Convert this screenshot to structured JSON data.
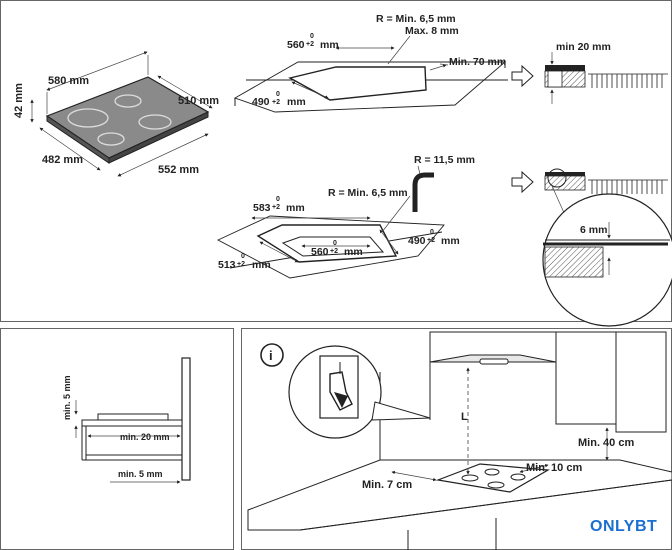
{
  "top_panel": {
    "hob_dims": {
      "width_top": "580 mm",
      "depth_right": "510 mm",
      "height": "42 mm",
      "depth_left": "482 mm",
      "width_bottom": "552 mm"
    },
    "cutout_1": {
      "radius": "R = Min. 6,5 mm",
      "max": "Max. 8 mm",
      "width": "560",
      "width_tol": "0",
      "width_tol2": "+2",
      "width_unit": "mm",
      "depth": "490",
      "depth_tol": "0",
      "depth_tol2": "+2",
      "depth_unit": "mm",
      "min_edge": "Min. 70 mm"
    },
    "cutout_2": {
      "radius_outer": "R = 11,5 mm",
      "radius_inner": "R = Min. 6,5 mm",
      "outer_width": "583",
      "outer_width_tol": "0",
      "outer_width_tol2": "+2",
      "outer_width_unit": "mm",
      "inner_width": "560",
      "inner_width_tol": "0",
      "inner_width_tol2": "+2",
      "inner_width_unit": "mm",
      "inner_depth": "490",
      "inner_depth_tol": "0",
      "inner_depth_tol2": "+2",
      "inner_depth_unit": "mm",
      "outer_depth": "513",
      "outer_depth_tol": "0",
      "outer_depth_tol2": "+2",
      "outer_depth_unit": "mm"
    },
    "detail_1": {
      "label": "min 20 mm"
    },
    "detail_2": {
      "label": "6 mm"
    }
  },
  "bottom_left": {
    "min5_vertical": "min. 5 mm",
    "min20": "min. 20 mm",
    "min5_horizontal": "min. 5 mm"
  },
  "bottom_right": {
    "info_icon": "i",
    "hood_label": "L",
    "min40": "Min. 40 cm",
    "min10": "Min. 10 cm",
    "min7": "Min. 7 cm"
  },
  "watermark": {
    "text": "ONLYBT"
  },
  "colors": {
    "hob_top": "#8a8a8a",
    "line": "#222222",
    "hatch": "#555555",
    "watermark": "#1a6fd1"
  }
}
